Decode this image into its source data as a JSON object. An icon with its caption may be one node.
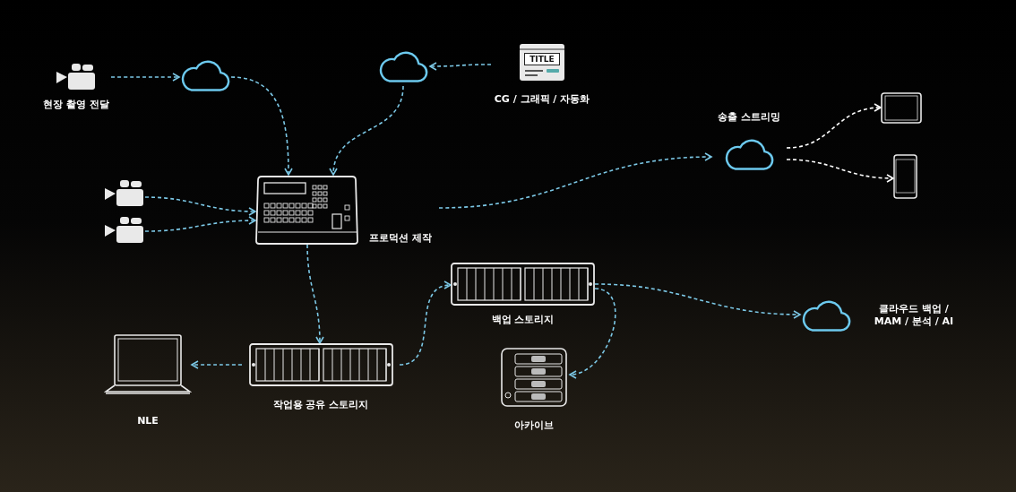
{
  "diagram": {
    "nodes": [
      {
        "text": [
          "현장 촬영 전달"
        ]
      },
      {
        "text": [],
        "shape": "cloud"
      },
      {
        "text": [],
        "shape": "cloud"
      },
      {
        "text": [
          "CG / 그래픽 / 자동화"
        ]
      },
      {
        "text": [],
        "shape": "picture"
      },
      {
        "text": [],
        "shape": "picture"
      },
      {
        "text": [
          "프로덕션 제작"
        ]
      },
      {
        "text": [
          "송출 스트리밍"
        ]
      },
      {
        "text": [],
        "shape": "picture"
      },
      {
        "text": [],
        "shape": "picture"
      },
      {
        "text": [
          "백업 스토리지"
        ]
      },
      {
        "text": [
          "클라우드 백업 / MAM / 분석 / AI"
        ]
      },
      {
        "text": [
          "NLE"
        ]
      },
      {
        "text": [
          "작업용 공유 스토리지"
        ]
      },
      {
        "text": [
          "아카이브"
        ]
      }
    ],
    "edges": [
      {
        "from": 0,
        "to": 1,
        "arrow": "to",
        "style": "dashed"
      },
      {
        "from": 1,
        "to": 6,
        "arrow": "to",
        "style": "dashed"
      },
      {
        "from": 3,
        "to": 2,
        "arrow": "to",
        "style": "dashed"
      },
      {
        "from": 2,
        "to": 6,
        "arrow": "to",
        "style": "dashed"
      },
      {
        "from": 4,
        "to": 6,
        "arrow": "to",
        "style": "dashed"
      },
      {
        "from": 5,
        "to": 6,
        "arrow": "to",
        "style": "dashed"
      },
      {
        "from": 6,
        "to": 7,
        "arrow": "to",
        "style": "dashed"
      },
      {
        "from": 7,
        "to": 8,
        "arrow": "to",
        "style": "dashed",
        "color": "#ffffff"
      },
      {
        "from": 7,
        "to": 9,
        "arrow": "to",
        "style": "dashed",
        "color": "#ffffff"
      },
      {
        "from": 6,
        "to": 13,
        "arrow": "to",
        "style": "dashed"
      },
      {
        "from": 13,
        "to": 12,
        "arrow": "to",
        "style": "dashed"
      },
      {
        "from": 13,
        "to": 10,
        "arrow": "to",
        "style": "dashed"
      },
      {
        "from": 10,
        "to": 11,
        "arrow": "to",
        "style": "dashed"
      },
      {
        "from": 10,
        "to": 14,
        "arrow": "to",
        "style": "dashed"
      }
    ],
    "labels": [
      "TITLE"
    ]
  }
}
